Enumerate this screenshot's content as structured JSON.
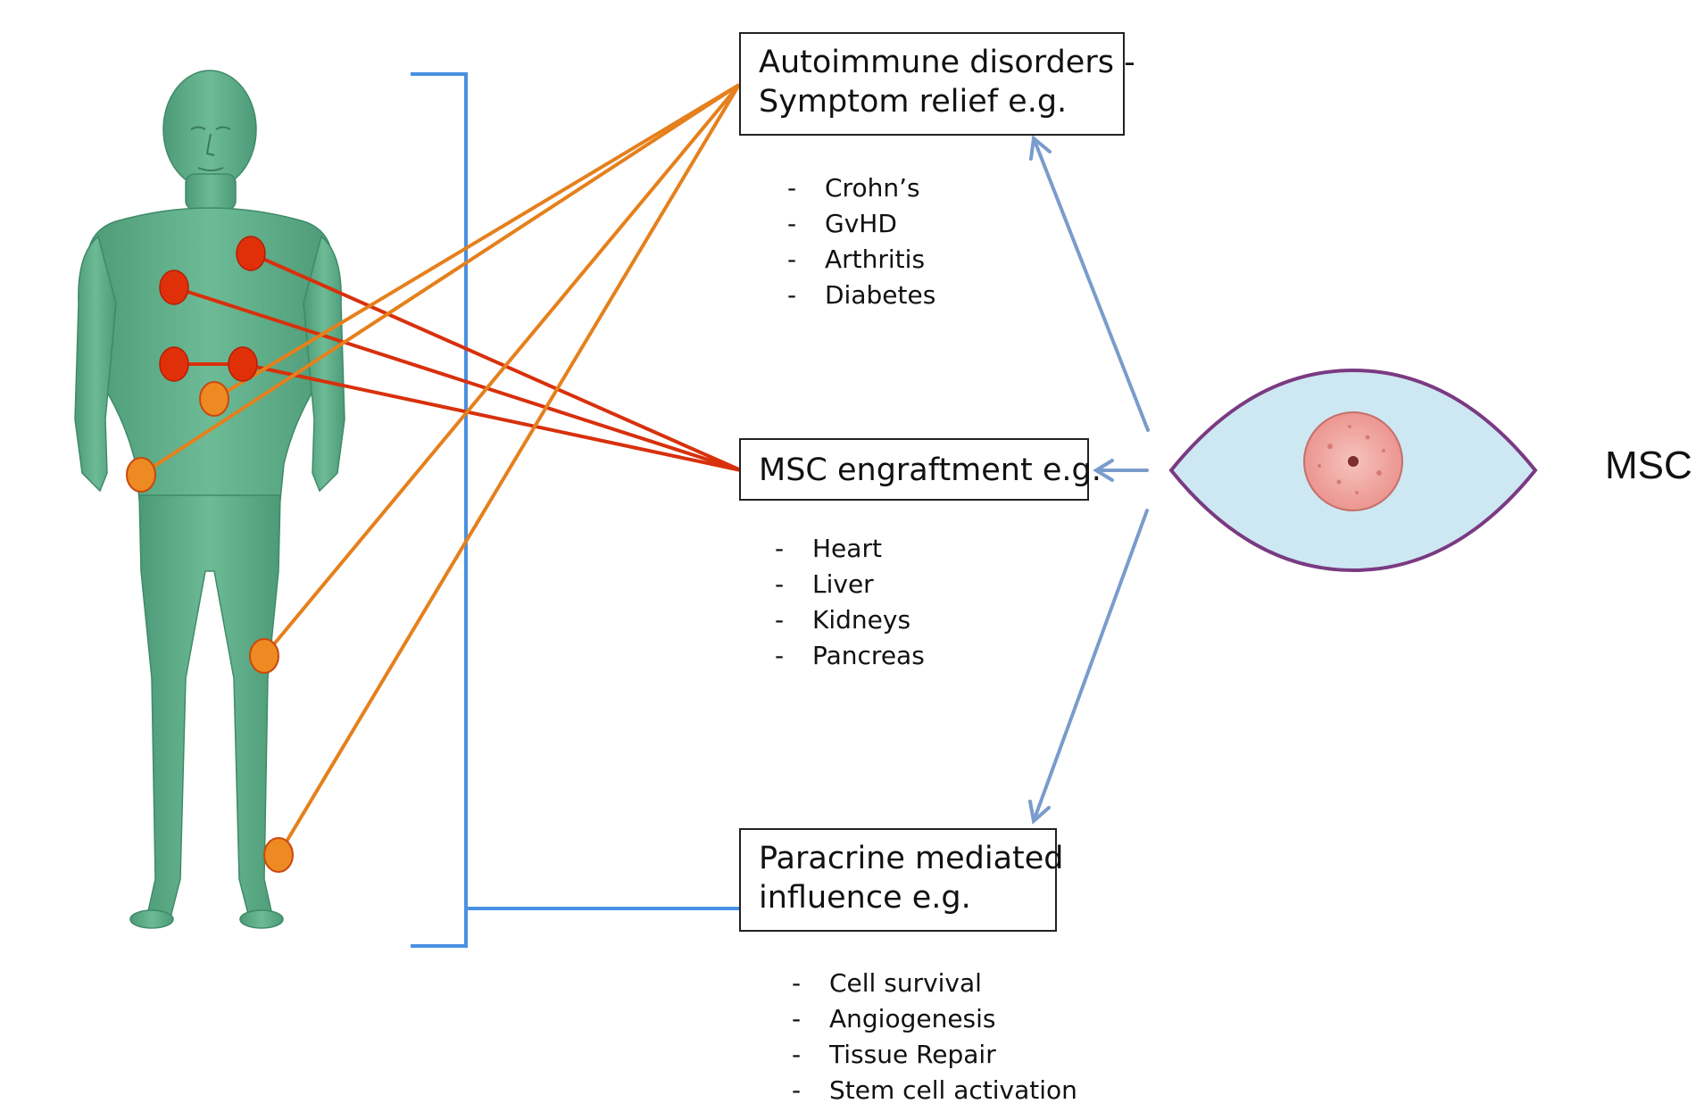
{
  "boxes": {
    "autoimmune": {
      "line1": "Autoimmune disorders -",
      "line2": "Symptom relief e.g."
    },
    "engraftment": {
      "line1": "MSC engraftment e.g."
    },
    "paracrine": {
      "line1": "Paracrine mediated",
      "line2": "influence e.g."
    }
  },
  "lists": {
    "autoimmune": [
      "Crohn’s",
      "GvHD",
      "Arthritis",
      "Diabetes"
    ],
    "engraftment": [
      "Heart",
      "Liver",
      "Kidneys",
      "Pancreas"
    ],
    "paracrine": [
      "Cell survival",
      "Angiogenesis",
      "Tissue Repair",
      "Stem cell activation"
    ]
  },
  "list_dash": "-",
  "cell_label": "MSC",
  "colors": {
    "body": "#5fae8a",
    "engraftment_marker": "#e0300a",
    "autoimmune_marker": "#ee8a22",
    "bracket": "#4a90e2",
    "arrow": "#7a9ccc",
    "cell_fill": "#cde8f2",
    "cell_outline": "#7a3a82",
    "nucleus": "#f0a6a2"
  }
}
